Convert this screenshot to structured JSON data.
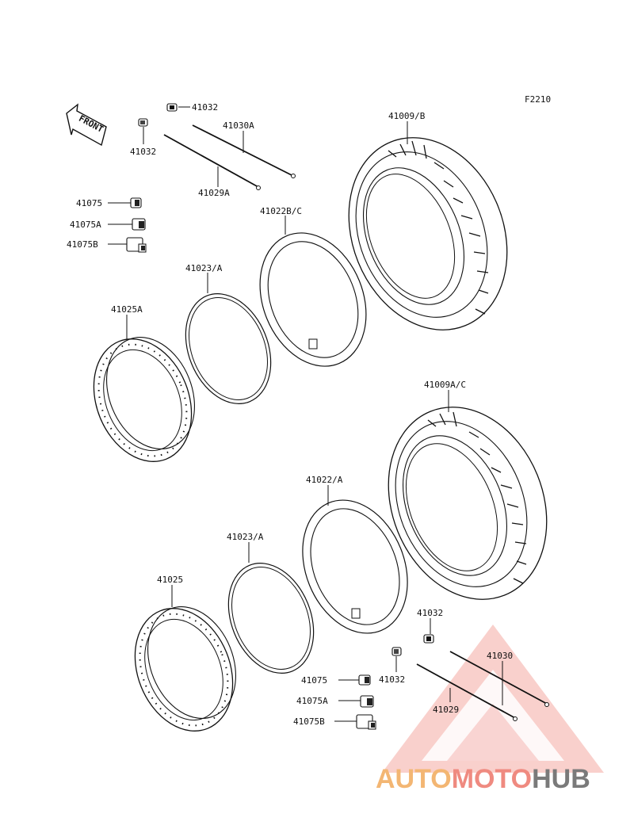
{
  "diagram_code": "F2210",
  "front_label": "FRONT",
  "labels": {
    "a41032_top": "41032",
    "a41032_left": "41032",
    "a41030A": "41030A",
    "a41029A": "41029A",
    "a41009B": "41009/B",
    "a41075": "41075",
    "a41075A": "41075A",
    "a41075B": "41075B",
    "a41022BC": "41022B/C",
    "a41023A_top": "41023/A",
    "a41025A": "41025A",
    "a41009AC": "41009A/C",
    "a41022A": "41022/A",
    "a41023A_bot": "41023/A",
    "a41025": "41025",
    "a41032_br1": "41032",
    "a41032_br2": "41032",
    "a41030": "41030",
    "a41029": "41029",
    "a41075_b": "41075",
    "a41075A_b": "41075A",
    "a41075B_b": "41075B"
  },
  "watermark": {
    "part1": "AUTO",
    "part2": "MOTO",
    "part3": "HUB",
    "color1": "#f3b673",
    "color2": "#ef8a80",
    "color3": "#7a7a7a"
  }
}
